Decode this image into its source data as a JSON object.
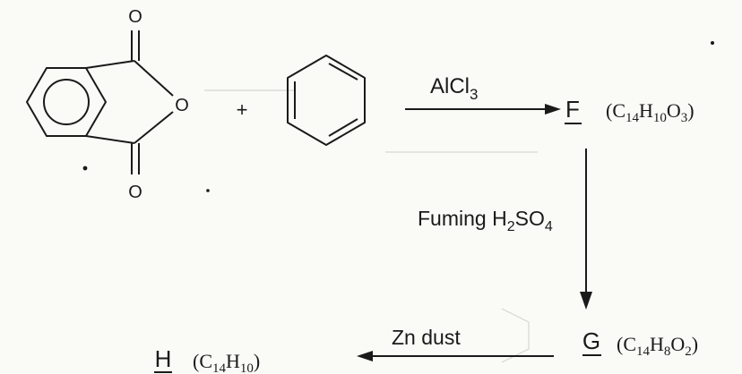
{
  "plus_sign": "+",
  "atoms": {
    "top_oxygen": "O",
    "ring_oxygen": "O",
    "bottom_oxygen": "O"
  },
  "reagents": {
    "step1": {
      "base": "AlCl",
      "sub": "3"
    },
    "step2": {
      "prefix": "Fuming H",
      "sub1": "2",
      "mid": "SO",
      "sub2": "4"
    },
    "step3": {
      "text": "Zn dust"
    }
  },
  "products": {
    "F": {
      "letter": "F",
      "formula": "(C14H10O3)",
      "f_c": "C",
      "f_c_n": "14",
      "f_h": "H",
      "f_h_n": "10",
      "f_o": "O",
      "f_o_n": "3",
      "f_open": "(",
      "f_close": ")"
    },
    "G": {
      "letter": "G",
      "formula": "(C14H8O2)",
      "f_c": "C",
      "f_c_n": "14",
      "f_h": "H",
      "f_h_n": "8",
      "f_o": "O",
      "f_o_n": "2",
      "f_open": "(",
      "f_close": ")"
    },
    "H": {
      "letter": "H",
      "formula": "(C14H10)",
      "f_c": "C",
      "f_c_n": "14",
      "f_h": "H",
      "f_h_n": "10",
      "f_open": "(",
      "f_close": ")"
    }
  },
  "colors": {
    "ink": "#1a1a1a",
    "paper": "#fafaf7",
    "ghost": "#c8c8c4"
  }
}
